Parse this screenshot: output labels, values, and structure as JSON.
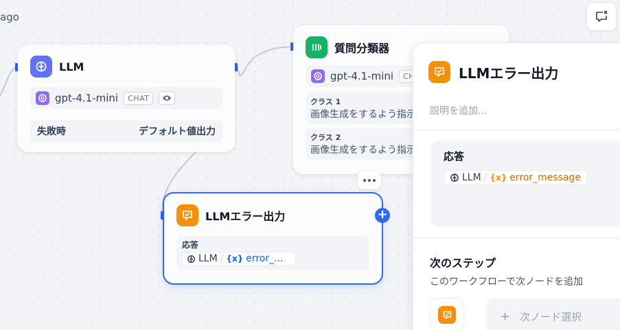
{
  "canvas": {
    "timestamp_fragment": "ago"
  },
  "nodes": {
    "llm": {
      "title": "LLM",
      "model": "gpt-4.1-mini",
      "mode_tag": "CHAT",
      "on_fail_label": "失敗時",
      "on_fail_value": "デフォルト値出力"
    },
    "classifier": {
      "title": "質問分類器",
      "model": "gpt-4.1-mini",
      "mode_tag": "CHAT",
      "classes": [
        {
          "label": "クラス 1",
          "text": "画像生成をするよう指示"
        },
        {
          "label": "クラス 2",
          "text": "画像生成をするよう指示"
        }
      ]
    },
    "error_output": {
      "title": "LLMエラー出力",
      "section_label": "応答",
      "var_source": "LLM",
      "var_name": "error_..."
    }
  },
  "panel": {
    "title": "LLMエラー出力",
    "description_placeholder": "説明を追加...",
    "response_label": "応答",
    "var_source": "LLM",
    "var_name": "error_message",
    "next_step_title": "次のステップ",
    "next_step_desc": "このワークフローで次ノードを追加",
    "next_select_label": "次ノード選択"
  },
  "colors": {
    "accent_blue": "#2e6af5",
    "llm_icon": "#6172f3",
    "classifier_icon": "#16b364",
    "answer_icon": "#f79009",
    "openai_icon": "#8e6cf7"
  }
}
